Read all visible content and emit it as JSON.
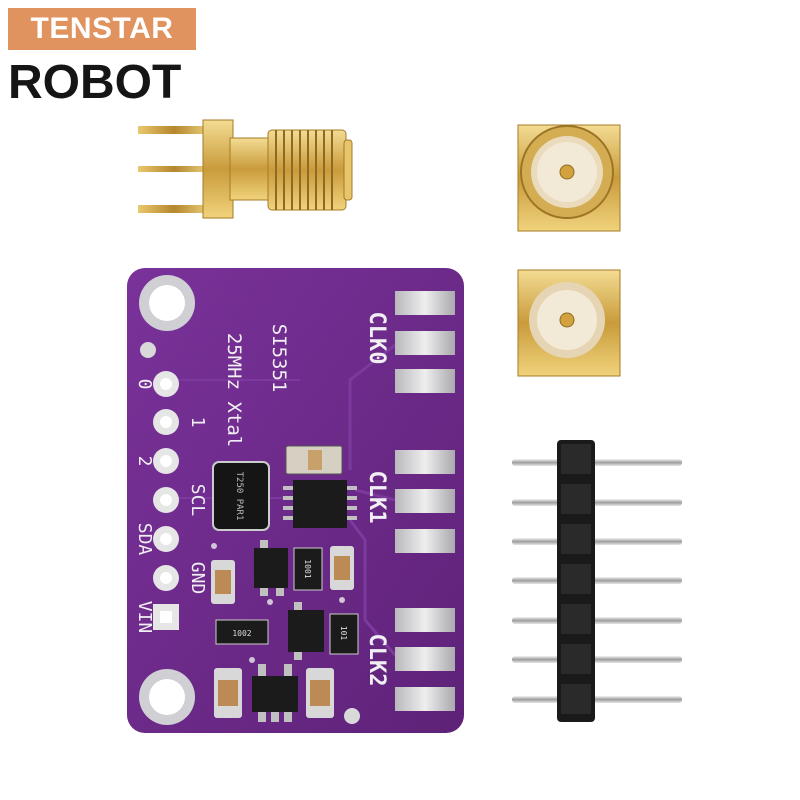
{
  "brand": {
    "line1": "TENSTAR",
    "line2": "ROBOT"
  },
  "board": {
    "chip_label": "SI5351",
    "crystal_label": "25MHz Xtal",
    "pin_labels": [
      "0",
      "1",
      "2",
      "SCL",
      "SDA",
      "GND",
      "VIN"
    ],
    "clock_labels": [
      "CLK0",
      "CLK1",
      "CLK2"
    ],
    "inductor_marking": "T250 PAR1",
    "resistor_markings": [
      "1001",
      "1002",
      "101"
    ]
  },
  "colors": {
    "pcb": "#6b2a86",
    "gold": "#d9b55a",
    "brand_bg": "#e0935e",
    "header": "#1a1a1a"
  }
}
